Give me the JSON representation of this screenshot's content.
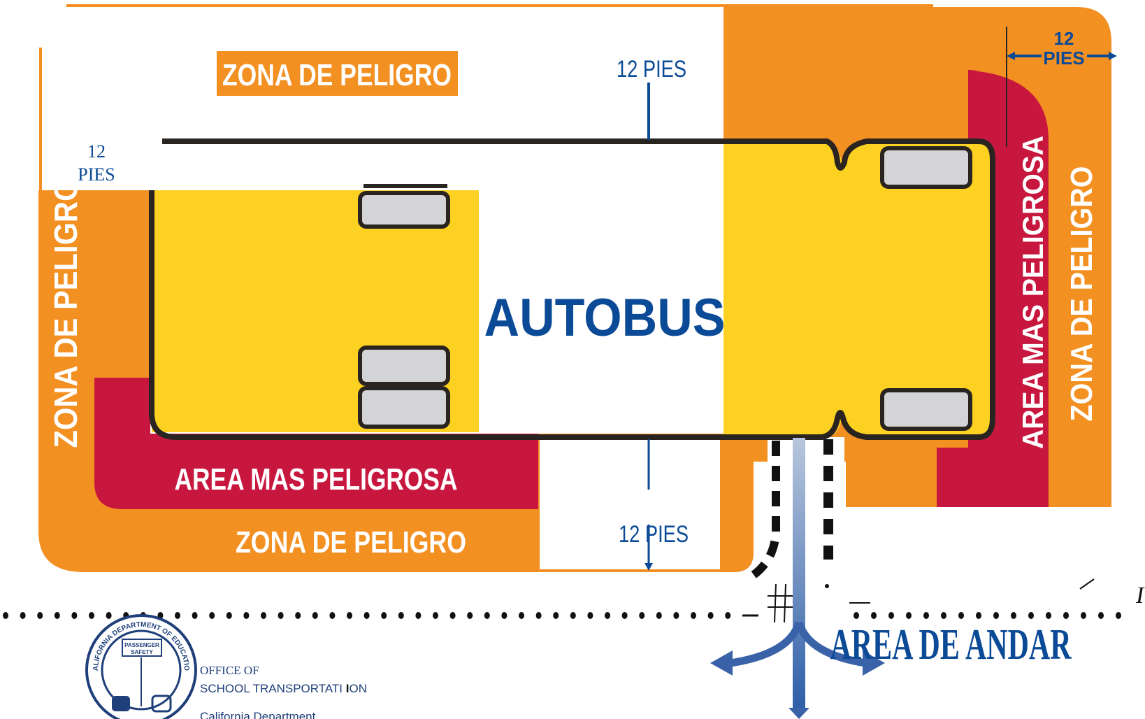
{
  "colors": {
    "danger_zone": "#F39022",
    "most_dangerous": "#C8173F",
    "bus_yellow": "#FDD122",
    "outline": "#2A2421",
    "wheel": "#D4D4D6",
    "blue": "#0B4A96",
    "label_white": "#FFFFFF"
  },
  "labels": {
    "zona_top": "ZONA DE PELIGRO",
    "zona_left": "ZONA DE PELIGRO",
    "zona_right": "ZONA DE PELIGRO",
    "zona_bottom": "ZONA DE PELIGRO",
    "area_bottom": "AREA MAS PELIGROSA",
    "area_right": "AREA MAS PELIGROSA",
    "bus": "AUTOBUS",
    "walk_area": "AREA DE ANDAR"
  },
  "measurements": {
    "top": "12 PIES",
    "bottom": "12 PIES",
    "left_num": "12",
    "left_unit": "PIES",
    "right_num": "12",
    "right_unit": "PIES"
  },
  "footer": {
    "office_line1": "OFFICE OF",
    "office_line2": "SCHOOL TRANSPORTATI",
    "office_line2_end": "ON",
    "dept_partial": "California Department"
  },
  "seal": {
    "ring_text": "CALIFORNIA DEPARTMENT OF EDUCATION",
    "inner_text_1": "PASSENGER",
    "inner_text_2": "SAFETY"
  },
  "edge_mark": "I"
}
